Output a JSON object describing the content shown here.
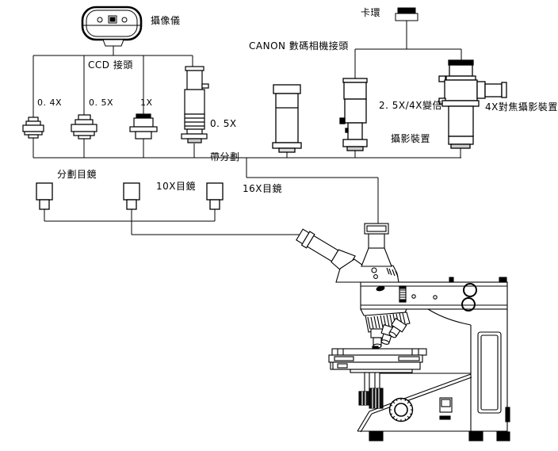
{
  "colors": {
    "line": "#000000",
    "background": "#ffffff"
  },
  "labels": {
    "camera": "攝像儀",
    "ccd_adapter": "CCD 接頭",
    "adapter_0_4x": "0. 4X",
    "adapter_0_5x": "0. 5X",
    "adapter_1x": "1X",
    "adapter_0_5x_reticle": {
      "line1": "0. 5X",
      "line2": "帶分劃"
    },
    "canon_adapter": "CANON 數碼相機接頭",
    "clamp_ring": "卡環",
    "zoom_photo_device": {
      "line1": "2. 5X/4X變倍",
      "line2": "攝影裝置"
    },
    "focus_photo_device": "4X對焦攝影裝置",
    "reticle_eyepiece": "分劃目鏡",
    "eyepiece_10x": "10X目鏡",
    "eyepiece_16x": "16X目鏡"
  }
}
